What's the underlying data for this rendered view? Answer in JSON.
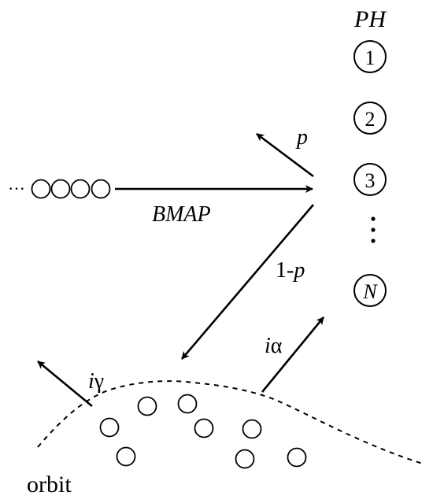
{
  "labels": {
    "ph_header": "PH",
    "arrival_stream": "BMAP",
    "prob_p": "p",
    "prob_one_minus_p_prefix": "1-",
    "prob_one_minus_p_var": "p",
    "retry_rate_prefix": "i",
    "retry_rate_symbol": "α",
    "abandon_rate_prefix": "i",
    "abandon_rate_symbol": "γ",
    "orbit": "orbit",
    "queue_ellipsis": "···",
    "ph_vertical_ellipsis": "⋮"
  },
  "phases": [
    "1",
    "2",
    "3",
    "N"
  ],
  "colors": {
    "ink": "#000000",
    "background": "#ffffff"
  }
}
